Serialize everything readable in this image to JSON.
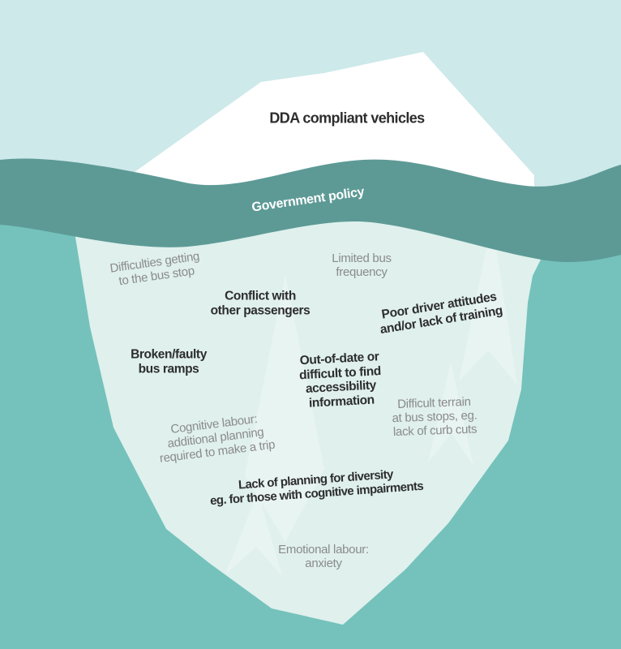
{
  "diagram": {
    "type": "iceberg-infographic",
    "topic": "Barriers to accessible bus travel",
    "above_water": {
      "dda": [
        "DDA compliant vehicles"
      ]
    },
    "waterline": {
      "government": [
        "Government policy"
      ]
    },
    "below_water": {
      "difficulties": [
        "Difficulties getting",
        "to the bus stop"
      ],
      "limited": [
        "Limited bus",
        "frequency"
      ],
      "conflict": [
        "Conflict with",
        "other passengers"
      ],
      "poor_driver": [
        "Poor driver attitudes",
        "and/or lack of training"
      ],
      "broken_ramps": [
        "Broken/faulty",
        "bus ramps"
      ],
      "out_of_date": [
        "Out-of-date or",
        "difficult to find",
        "accessibility",
        "information"
      ],
      "difficult_terrain": [
        "Difficult terrain",
        "at bus stops, eg.",
        "lack of curb cuts"
      ],
      "cognitive": [
        "Cognitive labour:",
        "additional planning",
        "required to make a trip"
      ],
      "lack_planning": [
        "Lack of planning for diversity",
        "eg. for those with cognitive impairments"
      ],
      "emotional": [
        "Emotional labour:",
        "anxiety"
      ]
    }
  },
  "colors": {
    "bg-top": "#cde9e9",
    "bg-water": "#74c2bb",
    "wave-band": "#5d9a96",
    "berg-above": "#ffffff",
    "berg-below": "#dff0ed",
    "berg-facet": "#eef8f5",
    "text-dark": "#2d2d2d",
    "text-gray": "#8b8b8b",
    "text-white": "#ffffff"
  }
}
